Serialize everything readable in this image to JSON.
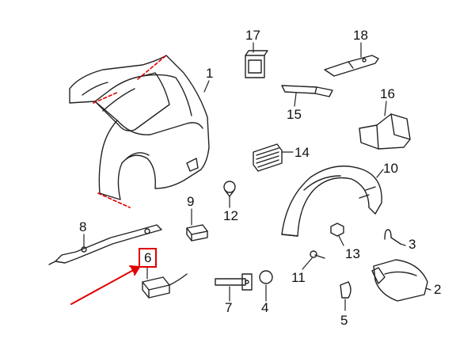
{
  "callouts": [
    {
      "id": "1",
      "label": "1"
    },
    {
      "id": "2",
      "label": "2"
    },
    {
      "id": "3",
      "label": "3"
    },
    {
      "id": "4",
      "label": "4"
    },
    {
      "id": "5",
      "label": "5"
    },
    {
      "id": "6",
      "label": "6"
    },
    {
      "id": "7",
      "label": "7"
    },
    {
      "id": "8",
      "label": "8"
    },
    {
      "id": "9",
      "label": "9"
    },
    {
      "id": "10",
      "label": "10"
    },
    {
      "id": "11",
      "label": "11"
    },
    {
      "id": "12",
      "label": "12"
    },
    {
      "id": "13",
      "label": "13"
    },
    {
      "id": "14",
      "label": "14"
    },
    {
      "id": "15",
      "label": "15"
    },
    {
      "id": "16",
      "label": "16"
    },
    {
      "id": "17",
      "label": "17"
    },
    {
      "id": "18",
      "label": "18"
    }
  ],
  "highlight": {
    "callout": "6",
    "color": "#e00000"
  }
}
